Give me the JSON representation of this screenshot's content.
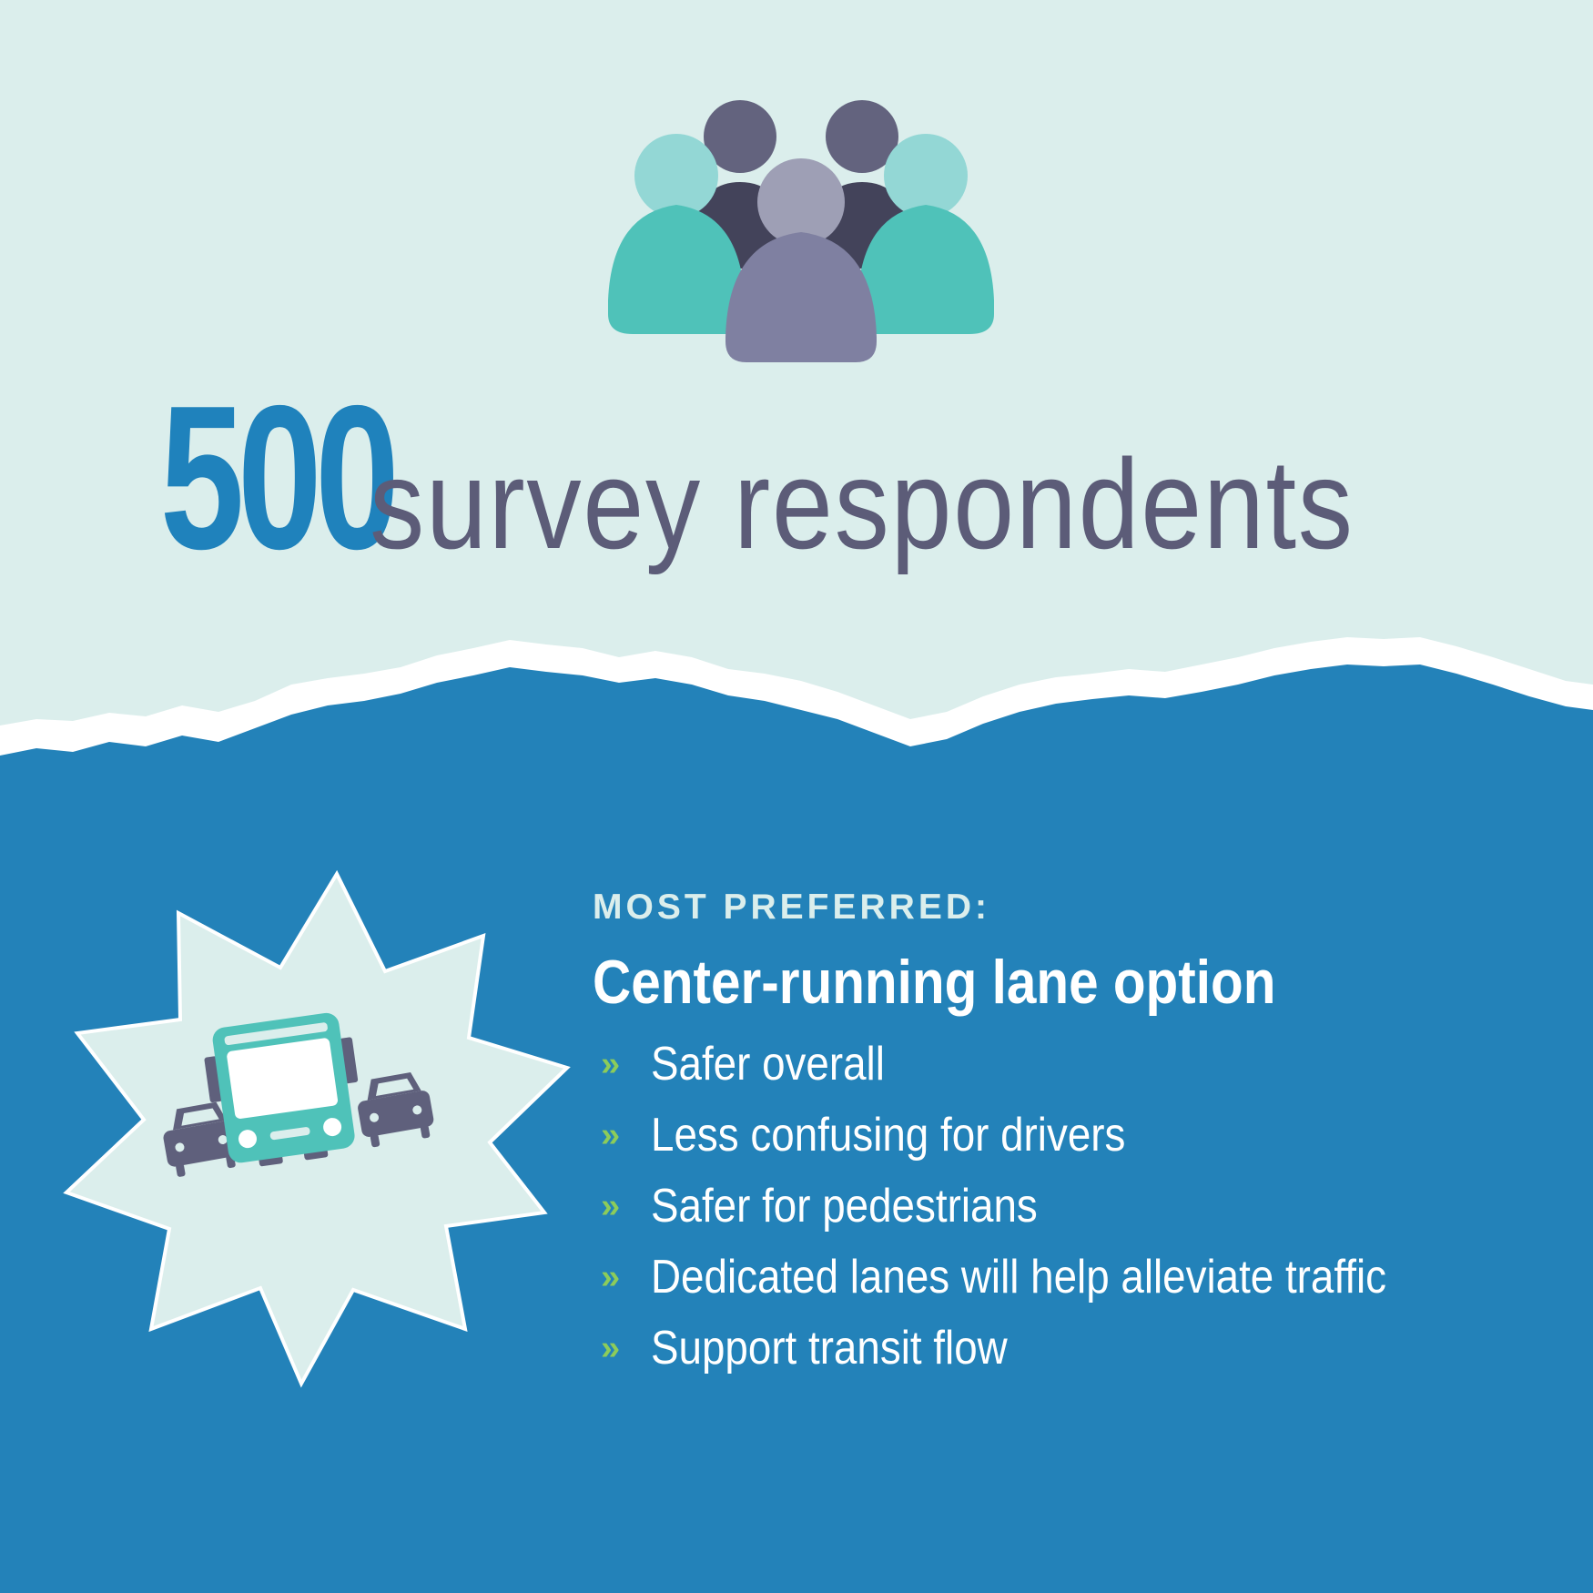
{
  "colors": {
    "background_top": "#dbeeec",
    "background_bottom": "#2382b9",
    "number_accent": "#1f82bc",
    "headline_text": "#5c5c78",
    "chevron": "#8ccc5a",
    "teal": "#4fc2b9",
    "slate": "#5f607c"
  },
  "headline": {
    "number": "500",
    "text": "survey respondents"
  },
  "preference": {
    "label": "MOST PREFERRED:",
    "title": "Center-running lane option",
    "reasons": [
      "Safer overall",
      "Less confusing for drivers",
      "Safer for pedestrians",
      "Dedicated lanes will help alleviate traffic",
      "Support transit flow"
    ],
    "bullet_symbol": "»"
  },
  "icons": {
    "top": "people-group-icon",
    "burst": "bus-and-cars-icon"
  }
}
